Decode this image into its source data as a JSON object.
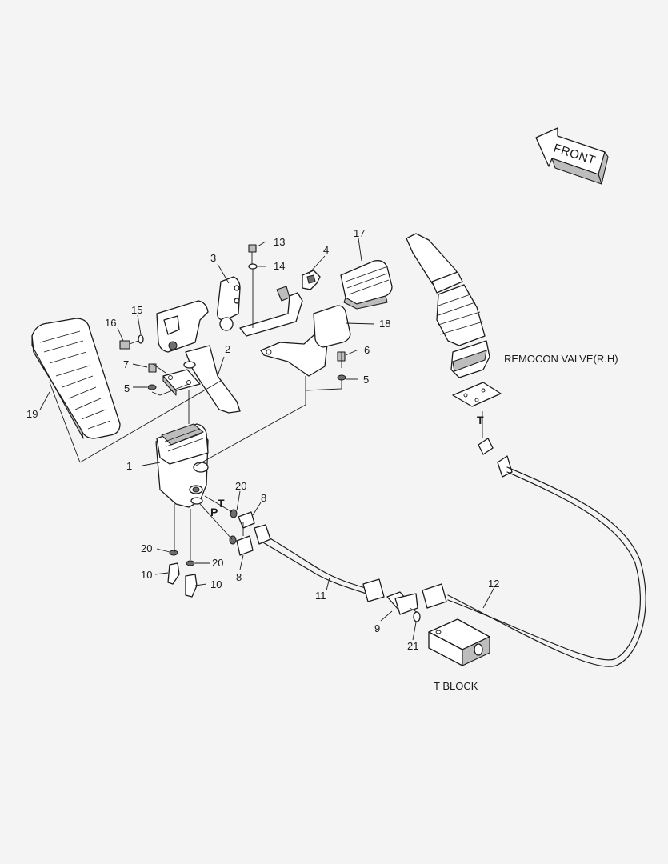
{
  "front_arrow": {
    "text": "FRONT"
  },
  "labels": {
    "remocon_valve": "REMOCON VALVE(R.H)",
    "t_block": "T  BLOCK",
    "port_t_upper": "T",
    "port_t_cable": "T",
    "port_p": "P"
  },
  "callouts": [
    "1",
    "2",
    "3",
    "4",
    "5",
    "5",
    "6",
    "7",
    "8",
    "8",
    "9",
    "10",
    "10",
    "11",
    "12",
    "13",
    "14",
    "15",
    "16",
    "17",
    "18",
    "19",
    "20",
    "20",
    "20",
    "21"
  ]
}
